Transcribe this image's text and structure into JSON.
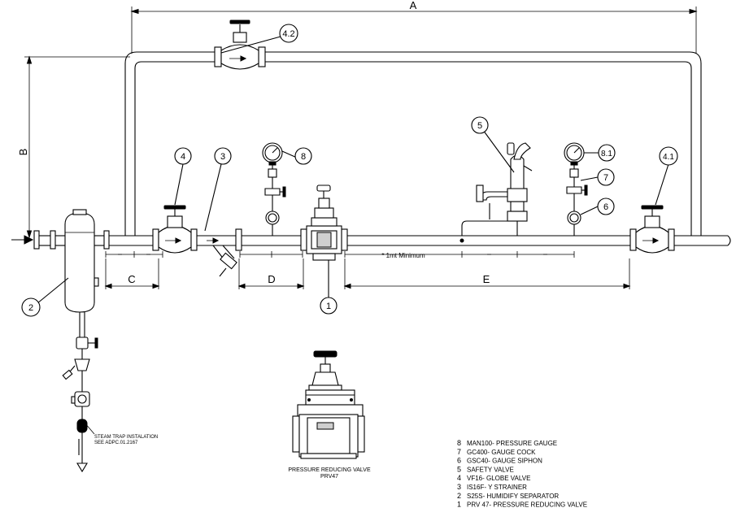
{
  "dimensions": {
    "a": "A",
    "b": "B",
    "c": "C",
    "d": "D",
    "e": "E",
    "min_note": "* 1mt Minimum"
  },
  "balloons": {
    "b1": "1",
    "b2": "2",
    "b3": "3",
    "b4": "4",
    "b41": "4.1",
    "b42": "4.2",
    "b5": "5",
    "b6": "6",
    "b7": "7",
    "b8": "8",
    "b81": "8.1"
  },
  "notes": {
    "steam_trap_line1": "STEAM TRAP INSTALATION",
    "steam_trap_line2": "SEE ADPC.01.2167",
    "prv_line1": "PRESSURE REDUCING VALVE",
    "prv_line2": "PRV47"
  },
  "legend": [
    {
      "num": "8",
      "text": "MAN100- PRESSURE GAUGE"
    },
    {
      "num": "7",
      "text": "GC400- GAUGE COCK"
    },
    {
      "num": "6",
      "text": "GSC40- GAUGE SIPHON"
    },
    {
      "num": "5",
      "text": "SAFETY VALVE"
    },
    {
      "num": "4",
      "text": "VF16- GLOBE VALVE"
    },
    {
      "num": "3",
      "text": "IS16F- Y STRAINER"
    },
    {
      "num": "2",
      "text": "S25S- HUMIDIFY SEPARATOR"
    },
    {
      "num": "1",
      "text": "PRV 47- PRESSURE REDUCING VALVE"
    }
  ]
}
